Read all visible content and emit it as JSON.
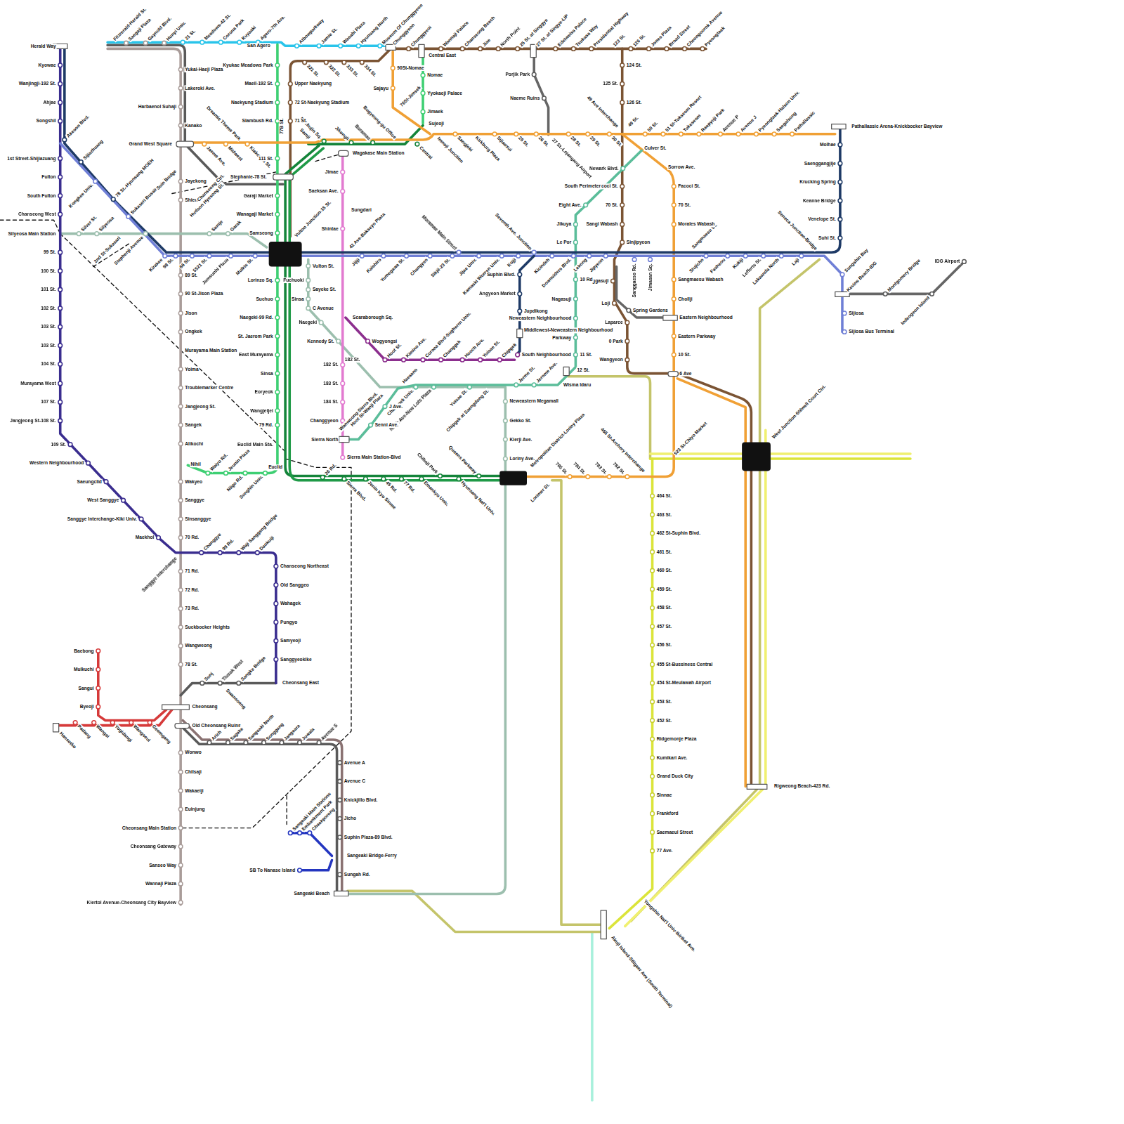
{
  "diagram": {
    "labels": [
      "Herald Way",
      "Kyowac",
      "Wanjingji-192 St.",
      "Ahjae",
      "Songshil",
      "1st Street-Shijiazuang",
      "Fulton",
      "South Fulton",
      "Chanseong West",
      "Silyeosa Main Station",
      "99 St.",
      "100 St.",
      "101 St.",
      "102 St.",
      "103 St.",
      "103 St.",
      "104 St.",
      "Murayama West",
      "107 St.",
      "Jangjeong St-108 St.",
      "109 St.",
      "Western Neighbourhood",
      "Saeungclid",
      "West Sanggye",
      "Sanggye Interchange-Kiki Univ.",
      "Maekhol",
      "Sanggye Interchange",
      "Changgye",
      "99 Rd.",
      "Waji Sanggeng Bridge",
      "Daokuiji",
      "Chanseong Northeast",
      "Old Sanggeo",
      "Wahagek",
      "Pungyo",
      "Samyeoji",
      "Sanggyeokike",
      "Cheonsang East",
      "Akeson Blvd.",
      "Sijiazhuang",
      "Kongkee Univ.",
      "78 St.-Hyunsang MOEH",
      "Sukaseri Bussiness Cent.",
      "Suin Bridge",
      "Kirakee",
      "Silver St.",
      "Silyeosa",
      "2nd St-Sukasari",
      "Stephenji Avenue",
      "Samje",
      "Garak",
      "98 St.",
      "66 St.",
      "5521 St.",
      "Jamsunhi Plaza",
      "Mulkis St.",
      "Vulton Junction-15 St.",
      "42 Ave-Bakseyo Plaza",
      "Jijiji",
      "Kaishiro",
      "Yumegawa St.",
      "Changyeo",
      "Sikjil-23 St.",
      "Moramae Main Street",
      "Jijae Univ.",
      "Kamaski Women Univ.",
      "Kojji",
      "Seventh Ave. Junction",
      "Kicindeh",
      "Downsiders Blvd.",
      "Lekong",
      "Jipyeon",
      "Sanggasuji",
      "Sanggaeso Rd.",
      "Jimasan Sq.",
      "Sangmaesu St.",
      "Stujicho",
      "Fasheou",
      "Kukiji",
      "Lefferts St.",
      "Lakaanda North",
      "Laji",
      "Seneca Junction-Bridge",
      "Sungshin Bay",
      "Kevins Beach-IDG",
      "Sijiosa",
      "Sijiosa Bus Terminal",
      "Montgomery Bridge",
      "Indeogeon Island",
      "IDG Airport",
      "Pathallassic Arena-Knickbocker Bayview",
      "Molhae",
      "Saenggangjije",
      "Krucking Spring",
      "Keanne Bridge",
      "Venelope St.",
      "Suhi St.",
      "Suphin Blvd.",
      "Angyeon Market",
      "Jupdikong",
      "Middlewest-Neweastern Neighbourhood",
      "South Neighbourhood",
      "Fitzrerald-Herald St.",
      "Saegaji Plaza",
      "Gaynold Blvd.",
      "Hunyi Univ.",
      "Yukai-Haeji Plaza",
      "Lakeroki Ave.",
      "Harbaenol Suhaji",
      "Kanako",
      "Grand West Square",
      "Jayekong",
      "Shien",
      "Chanseong Ctrl.",
      "Hudson Hyesong St.",
      "89 St.",
      "90 St-Jison Plaza",
      "Jison",
      "Ongkek",
      "Murayama Main Station",
      "Yoima",
      "Troublemarker Centre",
      "Jangjeong St.",
      "Sangek",
      "Alikochi",
      "Nihil",
      "Wakyeo",
      "Sanggye",
      "Sinsanggye",
      "70 Rd.",
      "71 Rd.",
      "72 Rd.",
      "73 Rd.",
      "Suckbocker Heights",
      "Wangweong",
      "78 St.",
      "Cheonsang",
      "Old Cheonsang Ruins",
      "Wonwo",
      "Chilsaji",
      "Wakaeiji",
      "Euinjung",
      "Cheonsang Main Station",
      "Cheonsang Gateway",
      "Sanseo Way",
      "Wannaji Plaza",
      "Kiertol Avenue-Cheonsang City Bayview",
      "Dreamie Theme Park",
      "Jaeme Ave.",
      "Midwest",
      "Kiakonuk St.",
      "Stephanie-78 St.",
      "Sunj",
      "Tlusok West",
      "Sangke Bridge",
      "Swansoeng",
      "Arich",
      "Sagake",
      "Sangeaki North",
      "Songgang",
      "Jangeara",
      "Juwala",
      "Avenue S",
      "Avenue A",
      "Avenue C",
      "Knickjillo Blvd.",
      "Jicho",
      "Suphin Plaza-89 Blvd.",
      "Sangeaki Bridge-Ferry",
      "Sungah Rd.",
      "Sangeaki Beach",
      "Sangeaki Main Stations",
      "Embankment Park",
      "Chaekporong",
      "SB To Nanase Island",
      "Baebong",
      "Mulkuchi",
      "Sangui",
      "Byeoji",
      "Hansotko",
      "Padang",
      "Wangei",
      "Yogidangi",
      "Wangseui",
      "Geomgang",
      "21 St.",
      "Meadows-42 St.",
      "Corona Park",
      "Kuyaaki",
      "Agero-7th Ave.",
      "San Agero",
      "Atbowparkway",
      "Jamie St.",
      "Wasabi Plaza",
      "Hyunsang North",
      "Museum Of Chunggyeon",
      "Chunggyeon",
      "Chunggyeoi",
      "Kyukae Meadows Park",
      "Maeil-192 St.",
      "Naekyung Stadium",
      "Slambush Rd.",
      "77B St.",
      "111 St.",
      "Garaji Market",
      "Wanagaji Market",
      "Samseong",
      "Lorinzo Sq.",
      "Suchuo",
      "Naegeki-99 Rd.",
      "St. Jaerom Park",
      "East Murayama",
      "Sinsa",
      "Eoryeok",
      "Wangjeijei",
      "79 Rd.",
      "Euclid Main Sta.",
      "Euclid",
      "Sunghin Univ.",
      "Niigo Rd.",
      "Jeunin Plaza",
      "Waiyo Rd.",
      "26 Rd.",
      "Sierra Blvd.",
      "Jenin Kyo Sinme",
      "45 Rd.",
      "77 Rd.",
      "Emankyo Univ.",
      "Chiboji Park",
      "Hyunsang Nat'l Univ.",
      "Queens Parkway",
      "Metropolitan District-Loriny Plaza",
      "Samji",
      "Doebujin Sq.",
      "Jikongli",
      "Boramae",
      "Bugyeong-gu Office",
      "Central",
      "Sujeoji",
      "Imnoji Junction",
      "Sangjoki",
      "Kirkburg Plaza",
      "Sijiaoxui",
      "25 St.",
      "26 St.",
      "27 St.-Lejangang Airport",
      "28 St.",
      "29 St.",
      "30 St.",
      "49 St.",
      "50 St.",
      "51 St-Tukseom Resort",
      "Tukeseom",
      "Raepyuji Park",
      "Avenue P",
      "Avenue J",
      "Pyeongtaek-Halson Univ.",
      "Saegalsong",
      "Pathallassic",
      "49 Ave Interchange",
      "90St-Nomae",
      "Sajayu",
      "76St-Jimsek",
      "Nomae",
      "Yyokaeji Palace",
      "Jimaek",
      "Central East",
      "Culver St.",
      "Sorrow Ave.",
      "Facoci St.",
      "70 St.",
      "Morales Wabash",
      "Sangmaesu Wabash",
      "Chollji",
      "Eastern Neighbourhood",
      "Eastern Parkway",
      "10 St.",
      "6 Ave",
      "523 St-Chiyo Market",
      "465 St-Archery Interchange",
      "782 St.",
      "783 St.",
      "784 St.",
      "785 St.",
      "Lorimer St.",
      "321 St.",
      "322 St.",
      "333 St.",
      "334 St.",
      "Upper Naekyung",
      "72 St-Naekyung Stadium",
      "71 St.",
      "Wannaji Palace",
      "Chanseong Beach",
      "Jiae",
      "North Point",
      "25 St. at Singgye",
      "27 St. at Singye-LIP",
      "Edelweiss Palace",
      "Tsukasa Way",
      "Presidential Highway",
      "123 St.",
      "126 St.",
      "Jones Plaza",
      "Broad Street",
      "Cheongoorok Avenue",
      "Pyeongtaek",
      "124 St.",
      "125 St.",
      "126 St.",
      "Facoci St.",
      "70 St.",
      "Sangi Wabash",
      "Sinjipyeon",
      "Loji",
      "Laparce",
      "0 Park",
      "Wangyeon",
      "Porjik Park",
      "Naeme Ruins",
      "Spring Gardens",
      "Newark Blvd.",
      "South Perimeter",
      "Eight Ave.",
      "Jikuya",
      "Le Por",
      "10 Rd",
      "Nagasuji",
      "Neweastern Neighbourhood",
      "Parkway",
      "11 St.",
      "12 St.",
      "Wisma Idaru",
      "Jerome Ave.",
      "Jerme St.",
      "Chipgek at Saengdong St.",
      "Yuisae St.",
      "Noch Ave-New Lots Plaza",
      "Changgek Univ.",
      "Haesano",
      "J Ave.",
      "Senni Ave.",
      "Sierra North",
      "Vulton St.",
      "Fuchuoki",
      "Sayeke St.",
      "Sinsa",
      "C Avenue",
      "Naegeki",
      "Kennedy St.",
      "Wanwoong-Sierra Blvd.",
      "Neweastern Megamall",
      "Gekko St.",
      "Kierji Ave.",
      "Loriny Ave.",
      "Wagakase Main Station",
      "Jimae",
      "Saeksan Ave.",
      "Sungdari",
      "Shintae",
      "Scaraborough Sq.",
      "182 St.",
      "183 St.",
      "184 St.",
      "Changgyeon",
      "Sierra Main Station-Blvd",
      "Hoot St-Wanji Plaza",
      "Wogyongsi",
      "182 St.",
      "Hoot St.",
      "Kimino Ave.",
      "Corona Blvd-Sugherrn Univ.",
      "Changgek",
      "Hooch Ave.",
      "Yuisae St.",
      "Chipgek",
      "464 St.",
      "463 St.",
      "462 St-Suphin Blvd.",
      "461 St.",
      "460 St.",
      "459 St.",
      "458 St.",
      "457 St.",
      "456 St.",
      "455 St-Bussiness Central",
      "454 St-Meulawah Airport",
      "453 St.",
      "452 St.",
      "Ridgemonje Plaza",
      "Kumikari Ave.",
      "Grand Duck City",
      "Sinnae",
      "Frankford",
      "Saemaeul Street",
      "77 Ave.",
      "Yongshin Nat'l Univ-Ikirikot Ave.",
      "Akuji Island-Stilgaer Ave (South Terminal)",
      "West Junction-Stilwell Court Ctrl.",
      "Rigweong Beach-423 Rd."
    ]
  }
}
